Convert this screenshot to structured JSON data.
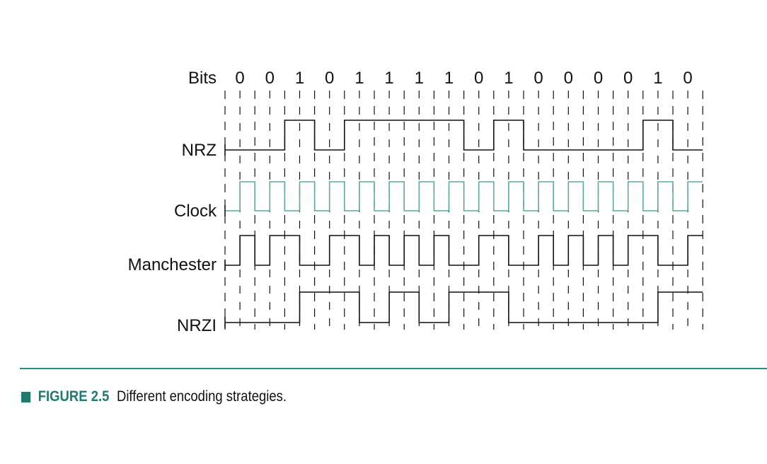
{
  "bits_label": "Bits",
  "bits": [
    "0",
    "0",
    "1",
    "0",
    "1",
    "1",
    "1",
    "1",
    "0",
    "1",
    "0",
    "0",
    "0",
    "0",
    "1",
    "0"
  ],
  "signals": {
    "nrz": "NRZ",
    "clock": "Clock",
    "manchester": "Manchester",
    "nrzi": "NRZI"
  },
  "caption": {
    "label": "FIGURE 2.5",
    "text": "Different encoding strategies."
  },
  "colors": {
    "signal": "#111111",
    "clock": "#5fa89f",
    "accent": "#1f7a70"
  }
}
